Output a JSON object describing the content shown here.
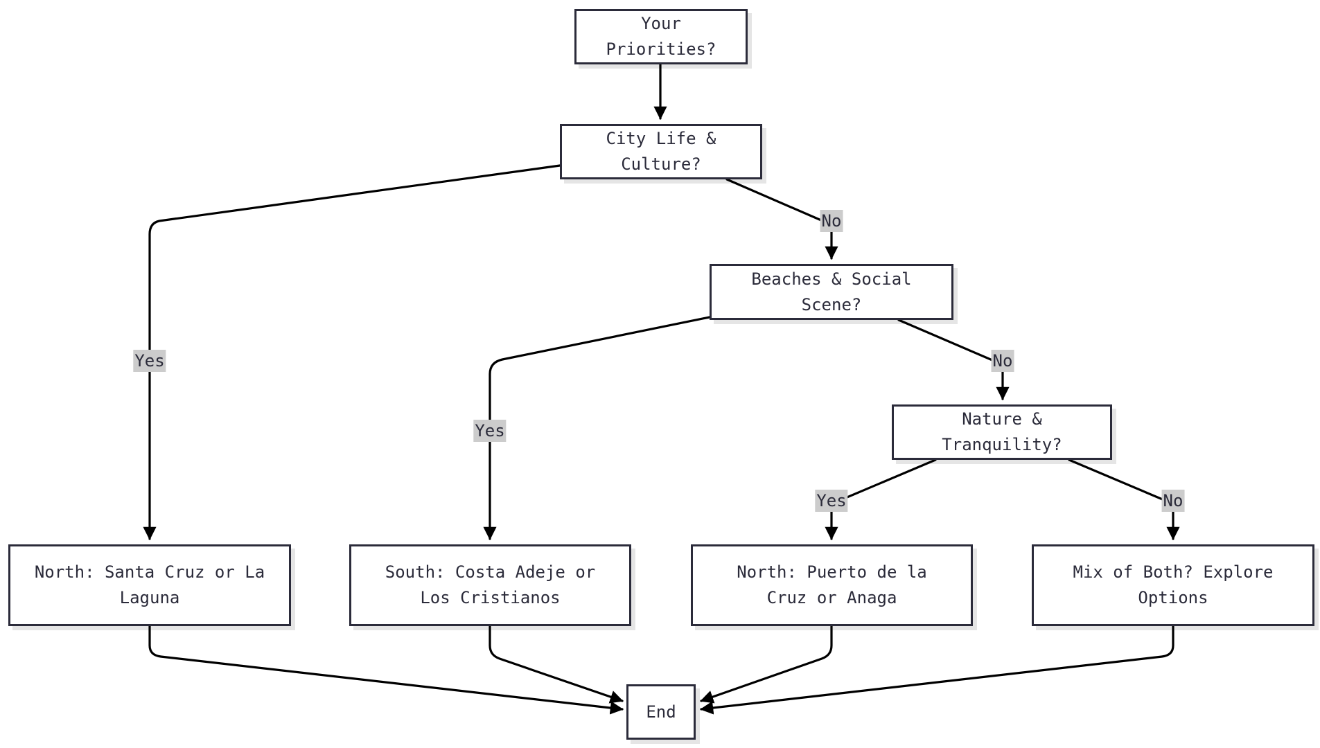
{
  "nodes": {
    "priorities": "Your Priorities?",
    "city": "City Life & Culture?",
    "beaches": "Beaches & Social Scene?",
    "nature": "Nature & Tranquility?",
    "north_santa_cruz": "North: Santa Cruz or La Laguna",
    "south_costa": "South: Costa Adeje or Los Cristianos",
    "north_puerto": "North: Puerto de la Cruz or Anaga",
    "mix": "Mix of Both? Explore Options",
    "end": "End"
  },
  "edges": {
    "city_yes": "Yes",
    "city_no": "No",
    "beaches_yes": "Yes",
    "beaches_no": "No",
    "nature_yes": "Yes",
    "nature_no": "No"
  },
  "colors": {
    "stroke": "#000000",
    "node_border": "#2b2b3a",
    "label_background": "#cccccc",
    "text": "#2b2b3a"
  }
}
